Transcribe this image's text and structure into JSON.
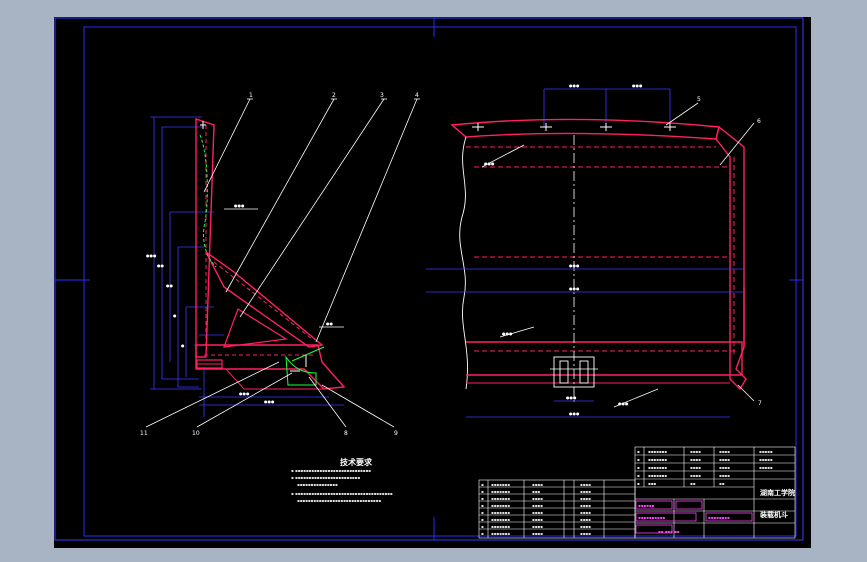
{
  "callouts": {
    "c1": "1",
    "c2": "2",
    "c3": "3",
    "c4": "4",
    "c5": "5",
    "c6": "6",
    "c7": "7",
    "c8": "8",
    "c9": "9",
    "c10": "10",
    "c11": "11"
  },
  "notes": {
    "title": "技术要求"
  },
  "title_block": {
    "school": "湖南工学院",
    "part_name": "装载机斗"
  },
  "colors": {
    "frame": "#2a2aff",
    "outline": "#ff2060",
    "centerline": "#ffffff",
    "section": "#20ff40",
    "table_magenta": "#ff40ff"
  }
}
